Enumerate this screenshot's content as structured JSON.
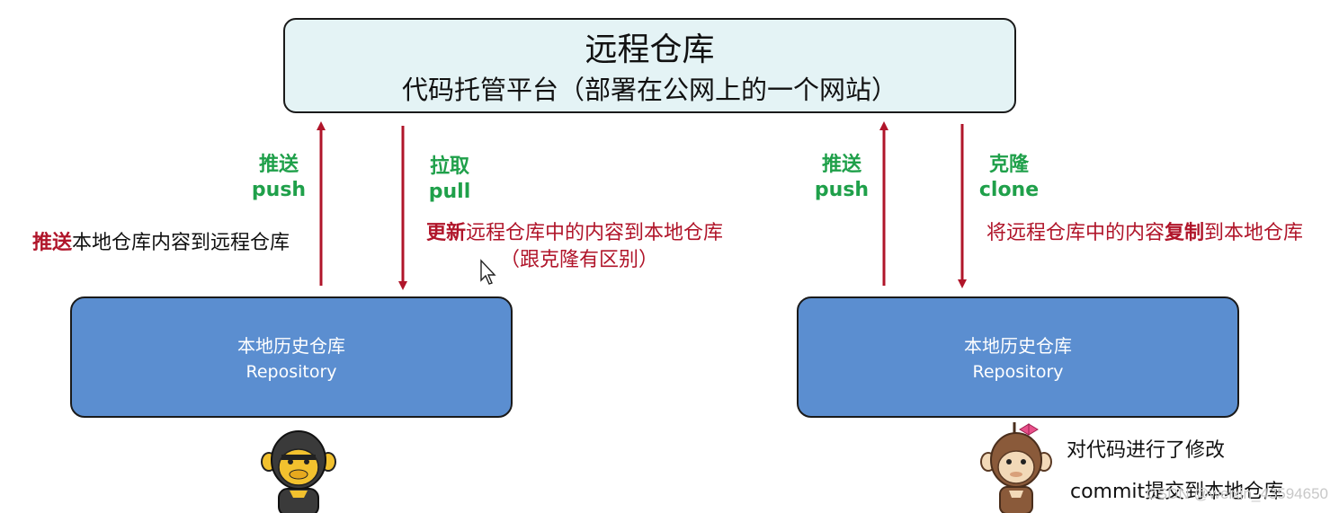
{
  "remote": {
    "title": "远程仓库",
    "subtitle": "代码托管平台（部署在公网上的一个网站）"
  },
  "left": {
    "push": {
      "cn": "推送",
      "en": "push"
    },
    "pull": {
      "cn": "拉取",
      "en": "pull"
    },
    "push_desc": {
      "strong": "推送",
      "rest": "本地仓库内容到远程仓库"
    },
    "pull_desc": {
      "strong": "更新",
      "rest": "远程仓库中的内容到本地仓库",
      "note": "（跟克隆有区别）"
    },
    "repo": {
      "title": "本地历史仓库",
      "subtitle": "Repository"
    }
  },
  "right": {
    "push": {
      "cn": "推送",
      "en": "push"
    },
    "clone": {
      "cn": "克隆",
      "en": "clone"
    },
    "clone_desc": {
      "pre": "将远程仓库中的内容",
      "strong": "复制",
      "post": "到本地仓库"
    },
    "repo": {
      "title": "本地历史仓库",
      "subtitle": "Repository"
    },
    "notes": [
      "对代码进行了修改",
      "commit提交到本地仓库"
    ]
  },
  "watermark": "CSDN @weixin_43594650",
  "colors": {
    "arrow": "#b0152a",
    "label_green": "#1fa04a",
    "local_box": "#5b8ed0",
    "remote_box": "#e4f3f5"
  },
  "icons": [
    "cursor-icon",
    "monkey-boy-icon",
    "monkey-girl-icon"
  ]
}
